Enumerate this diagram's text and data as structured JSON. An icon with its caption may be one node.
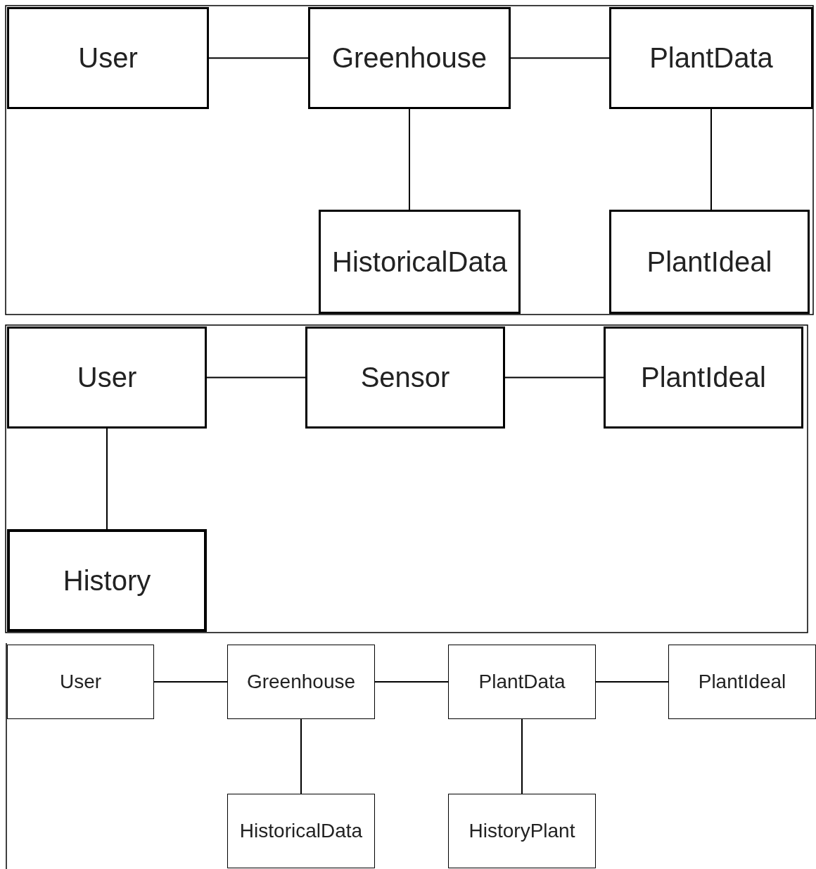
{
  "diagram": {
    "nodes": [
      {
        "text": [
          "User"
        ]
      },
      {
        "text": [
          "Greenhouse"
        ]
      },
      {
        "text": [
          "PlantData"
        ]
      },
      {
        "text": [
          "HistoricalData"
        ]
      },
      {
        "text": [
          "PlantIdeal"
        ]
      },
      {
        "text": [
          "User"
        ]
      },
      {
        "text": [
          "Sensor"
        ]
      },
      {
        "text": [
          "PlantIdeal"
        ]
      },
      {
        "text": [
          "History"
        ]
      },
      {
        "text": [
          "User"
        ]
      },
      {
        "text": [
          "Greenhouse"
        ]
      },
      {
        "text": [
          "PlantData"
        ]
      },
      {
        "text": [
          "PlantIdeal"
        ]
      },
      {
        "text": [
          "HistoricalData"
        ]
      },
      {
        "text": [
          "HistoryPlant"
        ]
      }
    ],
    "edges": [
      {
        "from": 0,
        "to": 1,
        "arrow": "none"
      },
      {
        "from": 1,
        "to": 2,
        "arrow": "none"
      },
      {
        "from": 1,
        "to": 3,
        "arrow": "none"
      },
      {
        "from": 2,
        "to": 4,
        "arrow": "none"
      },
      {
        "from": 5,
        "to": 6,
        "arrow": "none"
      },
      {
        "from": 6,
        "to": 7,
        "arrow": "none"
      },
      {
        "from": 5,
        "to": 8,
        "arrow": "none"
      },
      {
        "from": 9,
        "to": 10,
        "arrow": "none"
      },
      {
        "from": 10,
        "to": 11,
        "arrow": "none"
      },
      {
        "from": 11,
        "to": 12,
        "arrow": "none"
      },
      {
        "from": 10,
        "to": 13,
        "arrow": "none"
      },
      {
        "from": 11,
        "to": 14,
        "arrow": "none"
      }
    ]
  }
}
